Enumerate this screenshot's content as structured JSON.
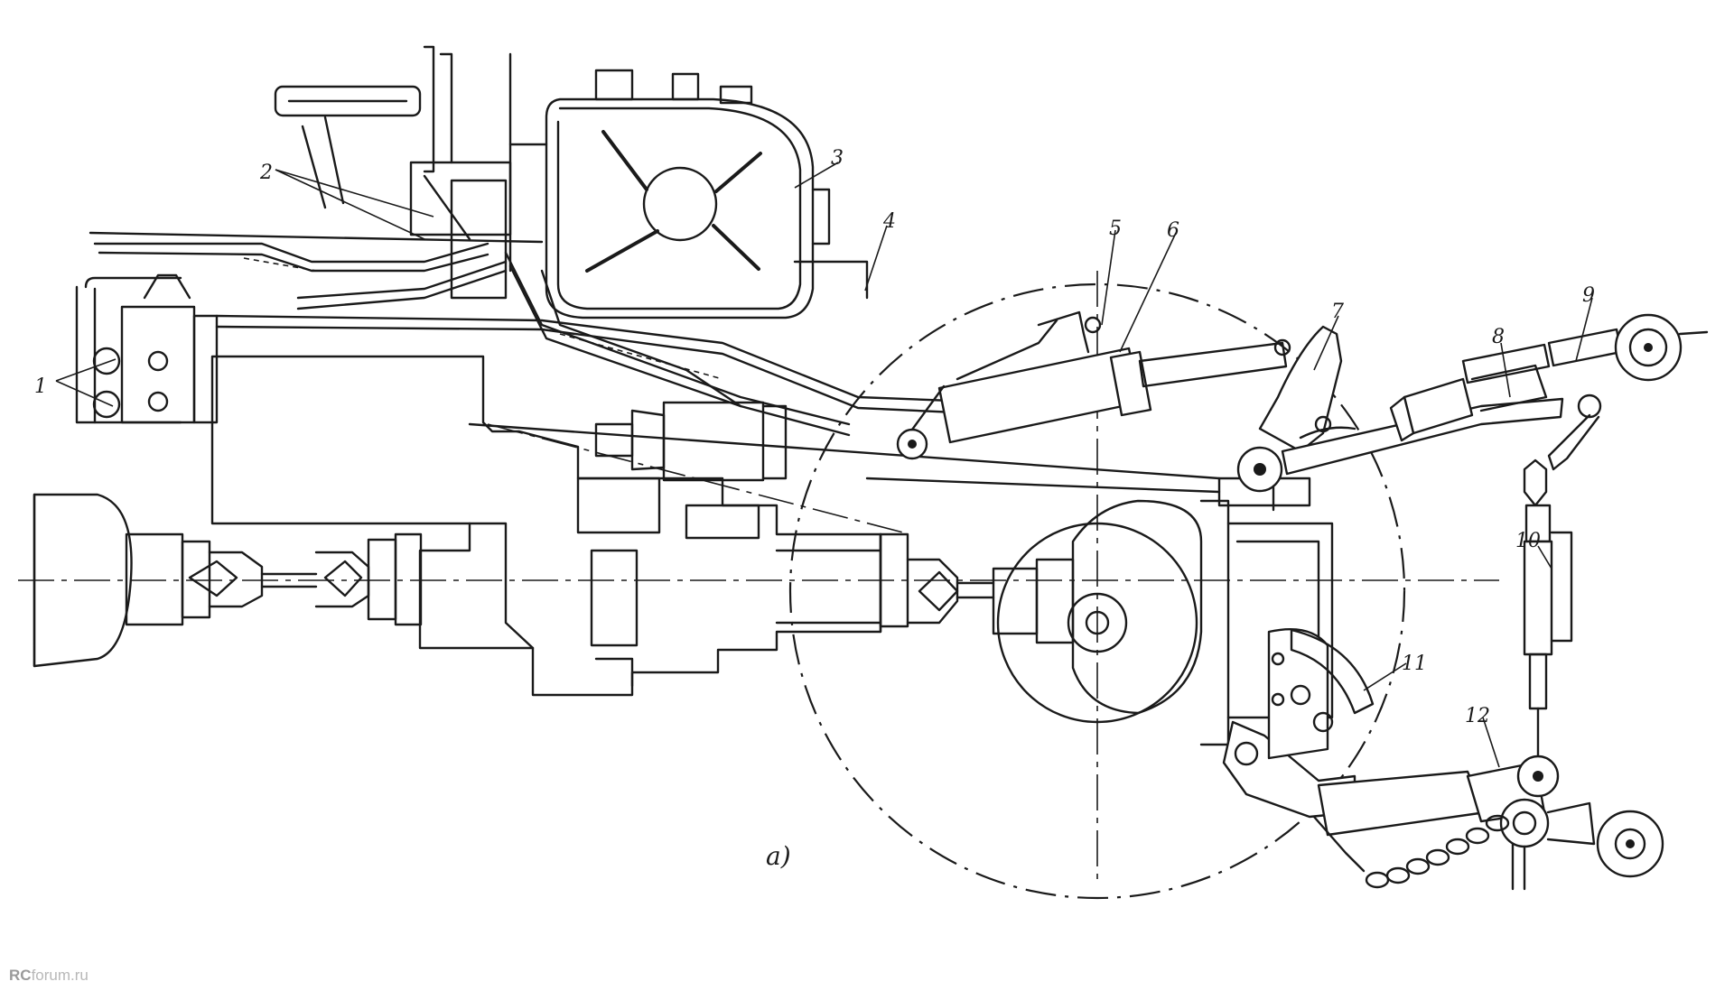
{
  "diagram": {
    "callouts": [
      "1",
      "2",
      "3",
      "4",
      "5",
      "6",
      "7",
      "8",
      "9",
      "10",
      "11",
      "12"
    ],
    "caption": "a)",
    "watermark": {
      "prefix": "RC",
      "suffix": "forum.ru"
    }
  }
}
